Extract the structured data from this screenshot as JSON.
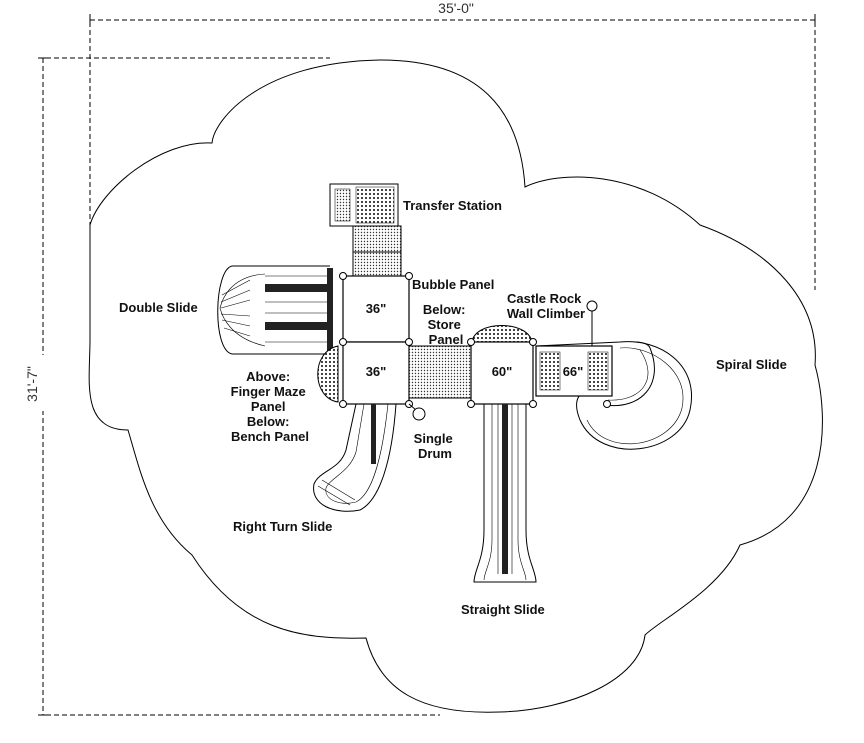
{
  "dimensions": {
    "width_label": "35'-0\"",
    "height_label": "31'-7\""
  },
  "decks": {
    "deck_left_upper": "36\"",
    "deck_left_lower": "36\"",
    "deck_center": "60\"",
    "deck_right": "66\""
  },
  "labels": {
    "transfer_station": "Transfer Station",
    "bubble_panel": "Bubble Panel",
    "double_slide": "Double Slide",
    "below_store_panel": [
      "Below:",
      "Store",
      "Panel"
    ],
    "castle_rock": [
      "Castle Rock",
      "Wall Climber"
    ],
    "spiral_slide": "Spiral Slide",
    "above_below": [
      "Above:",
      "Finger Maze",
      "Panel",
      "Below:",
      "Bench Panel"
    ],
    "single_drum": [
      "Single",
      "Drum"
    ],
    "right_turn_slide": "Right Turn Slide",
    "straight_slide": "Straight Slide"
  }
}
